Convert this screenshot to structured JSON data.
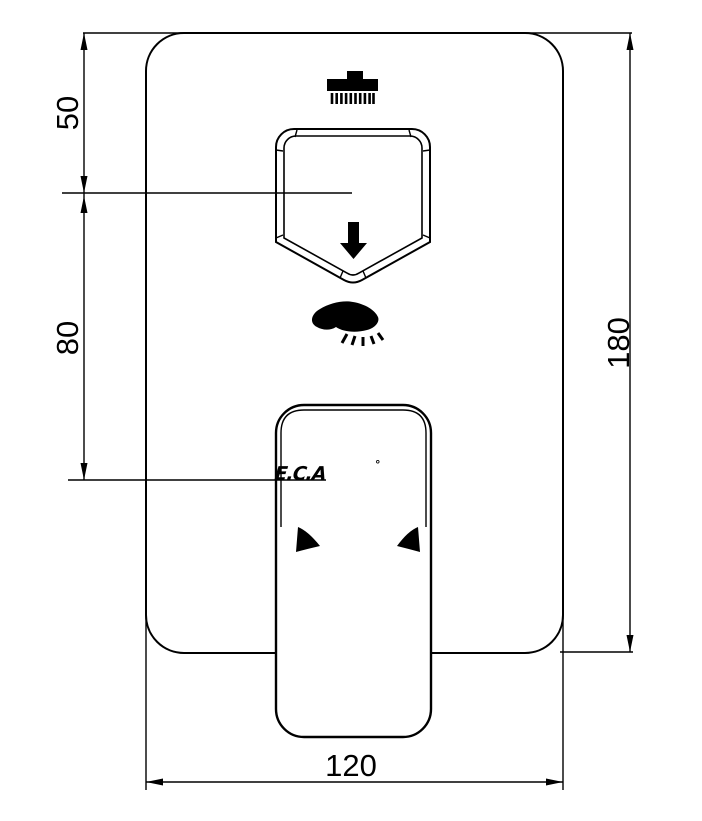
{
  "brand": {
    "name": "E.C.A",
    "mark": "°"
  },
  "dimensions": {
    "top_offset": "50",
    "middle_offset": "80",
    "height": "180",
    "width": "120"
  },
  "icons": {
    "top": "overhead-shower-icon",
    "middle": "hand-shower-icon",
    "diverter": "down-arrow-icon",
    "handle_left": "handle-arrow-left-icon",
    "handle_right": "handle-arrow-right-icon"
  },
  "colors": {
    "line": "#000000",
    "background": "#ffffff"
  }
}
